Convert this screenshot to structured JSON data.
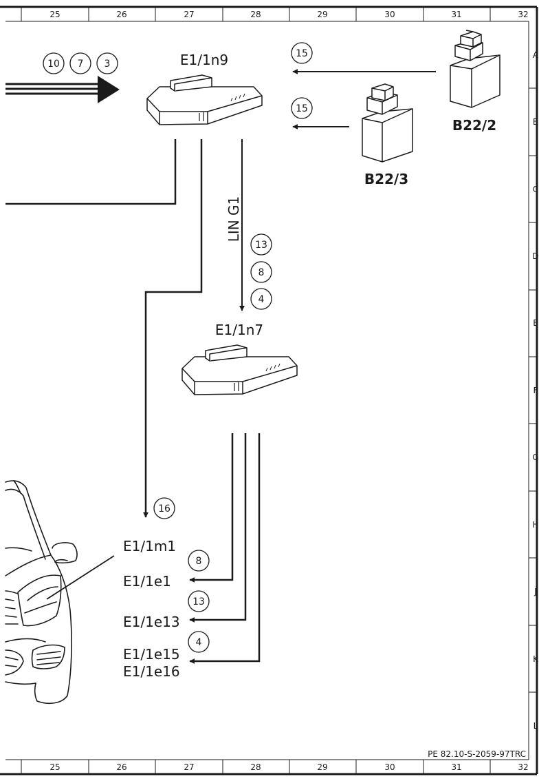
{
  "frame": {
    "columns": [
      "25",
      "26",
      "27",
      "28",
      "29",
      "30",
      "31",
      "32"
    ],
    "rows": [
      "A",
      "B",
      "C",
      "D",
      "E",
      "F",
      "G",
      "H",
      "J",
      "K",
      "L"
    ],
    "footer_code": "PE 82.10-S-2059-97TRC"
  },
  "components": {
    "e1_1n9": "E1/1n9",
    "e1_1n7": "E1/1n7",
    "b22_2": "B22/2",
    "b22_3": "B22/3"
  },
  "bus_label": "LIN G1",
  "outputs": {
    "e1_1m1": "E1/1m1",
    "e1_1e1": "E1/1e1",
    "e1_1e13": "E1/1e13",
    "e1_1e15": "E1/1e15",
    "e1_1e16": "E1/1e16"
  },
  "signal_numbers": {
    "input_a": "10",
    "input_b": "7",
    "input_c": "3",
    "b22_2_signal": "15",
    "b22_3_signal": "15",
    "lin_a": "13",
    "lin_b": "8",
    "lin_c": "4",
    "m1_signal": "16",
    "e1_signal": "8",
    "e13_signal": "13",
    "e15_signal": "4"
  }
}
